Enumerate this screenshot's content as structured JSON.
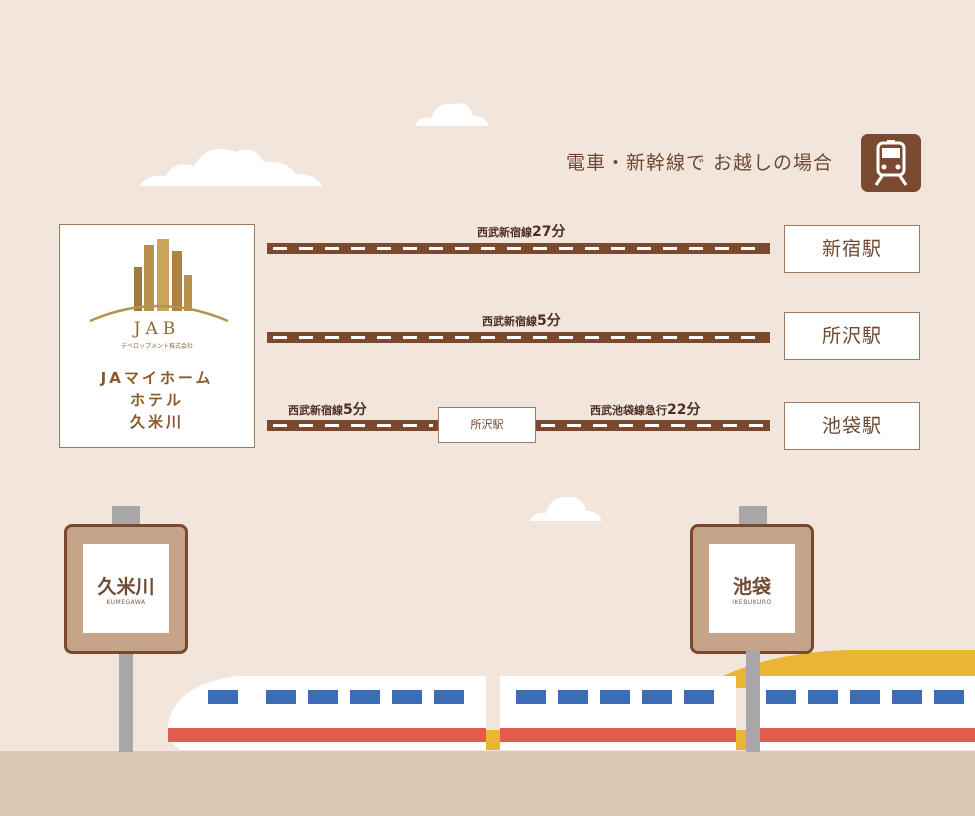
{
  "header": {
    "title": "電車・新幹線で お越しの場合",
    "icon": "train-icon"
  },
  "hotel": {
    "logo_text": "JAB",
    "logo_subtext": "デベロップメント株式会社",
    "name_lines": [
      "JAマイホーム",
      "ホテル",
      "久米川"
    ]
  },
  "routes": [
    {
      "segments": [
        {
          "line": "西武新宿線",
          "minutes": "27分"
        }
      ],
      "destination": "新宿駅"
    },
    {
      "segments": [
        {
          "line": "西武新宿線",
          "minutes": "5分"
        }
      ],
      "destination": "所沢駅"
    },
    {
      "segments": [
        {
          "line": "西武新宿線",
          "minutes": "5分"
        },
        {
          "line": "西武池袋線急行",
          "minutes": "22分"
        }
      ],
      "transfer": "所沢駅",
      "destination": "池袋駅"
    }
  ],
  "signs": [
    {
      "jp": "久米川",
      "en": "KUMEGAWA"
    },
    {
      "jp": "池袋",
      "en": "IKEBUKURO"
    }
  ],
  "colors": {
    "background": "#f2e6dc",
    "brown": "#7b4a2e",
    "gold": "#b8924a",
    "train_red": "#e35a4f",
    "train_blue": "#3d6cb6"
  }
}
